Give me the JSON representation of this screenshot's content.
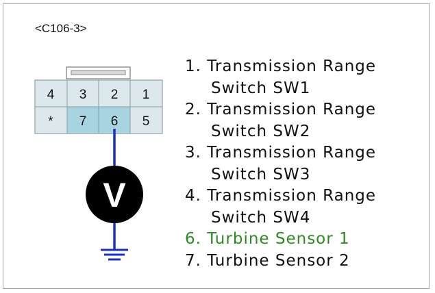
{
  "connector_id": "<C106-3>",
  "pins": {
    "row1": [
      "4",
      "3",
      "2",
      "1"
    ],
    "row2": [
      "*",
      "7",
      "6",
      "5"
    ]
  },
  "meter_label": "V",
  "legend": [
    {
      "line1": "1. Transmission Range",
      "line2": "Switch SW1"
    },
    {
      "line1": "2. Transmission Range",
      "line2": "Switch SW2"
    },
    {
      "line1": "3. Transmission Range",
      "line2": "Switch SW3"
    },
    {
      "line1": "4. Transmission Range",
      "line2": "Switch SW4"
    },
    {
      "line1": "6. Turbine Sensor 1"
    },
    {
      "line1": "7. Turbine Sensor 2"
    }
  ],
  "colors": {
    "highlight_pin_fill": "#a8d3e0",
    "pin_fill": "#dde8ec",
    "probe_wire": "#1a2fc8",
    "highlight_text": "#2e8b22"
  }
}
